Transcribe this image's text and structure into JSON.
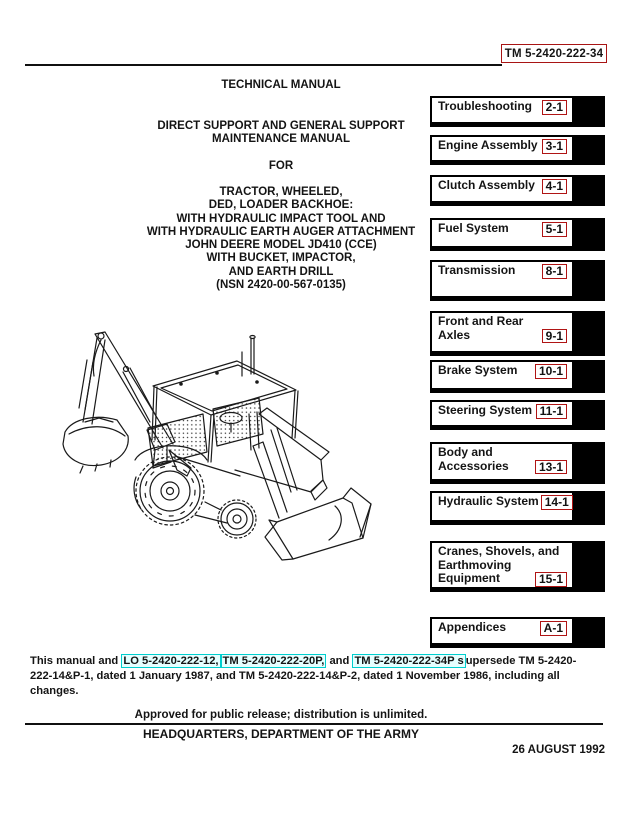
{
  "header": {
    "tm_number": "TM 5-2420-222-34",
    "doc_type": "TECHNICAL MANUAL"
  },
  "title_block": {
    "support_line1": "DIRECT SUPPORT AND GENERAL SUPPORT",
    "support_line2": "MAINTENANCE MANUAL",
    "for_label": "FOR",
    "subject_lines": [
      "TRACTOR, WHEELED,",
      "DED, LOADER BACKHOE:",
      "WITH HYDRAULIC IMPACT TOOL AND",
      "WITH HYDRAULIC EARTH AUGER ATTACHMENT",
      "JOHN DEERE MODEL JD410 (CCE)",
      "WITH BUCKET, IMPACTOR,",
      "AND EARTH DRILL",
      "(NSN 2420-00-567-0135)"
    ]
  },
  "illustration": {
    "description": "line drawing of John Deere JD410 wheeled loader backhoe"
  },
  "tabs": [
    {
      "lines": [
        "Troubleshooting"
      ],
      "page": "2-1"
    },
    {
      "lines": [
        "Engine Assembly"
      ],
      "page": "3-1"
    },
    {
      "lines": [
        "Clutch Assembly"
      ],
      "page": "4-1"
    },
    {
      "lines": [
        "Fuel System"
      ],
      "page": "5-1"
    },
    {
      "lines": [
        "Transmission"
      ],
      "page": "8-1"
    },
    {
      "lines": [
        "Front and Rear",
        "Axles"
      ],
      "page": "9-1"
    },
    {
      "lines": [
        "Brake System"
      ],
      "page": "10-1"
    },
    {
      "lines": [
        "Steering System"
      ],
      "page": "11-1"
    },
    {
      "lines": [
        "Body and",
        "Accessories"
      ],
      "page": "13-1"
    },
    {
      "lines": [
        "Hydraulic System"
      ],
      "page": "14-1"
    },
    {
      "lines": [
        "Cranes, Shovels, and",
        "Earthmoving",
        "Equipment"
      ],
      "page": "15-1"
    },
    {
      "lines": [
        "Appendices"
      ],
      "page": "A-1"
    }
  ],
  "supersession": {
    "pre_text": "This manual and ",
    "link1": "LO 5-2420-222-12,",
    "link2": "TM 5-2420-222-20P,",
    "mid_text": " and ",
    "link3": "TM 5-2420-222-34P s",
    "line1_end": "upersede TM 5-2420-",
    "line2": "222-14&P-1, dated 1 January 1987, and TM 5-2420-222-14&P-2, dated 1 November 1986, including all",
    "line3": "changes."
  },
  "footer": {
    "release_statement": "Approved for public release; distribution is unlimited.",
    "headquarters": "HEADQUARTERS, DEPARTMENT OF THE ARMY",
    "date": "26 AUGUST 1992"
  },
  "colors": {
    "accent_red": "#b01414",
    "link_cyan": "#00cfcf",
    "ink": "#141414"
  }
}
